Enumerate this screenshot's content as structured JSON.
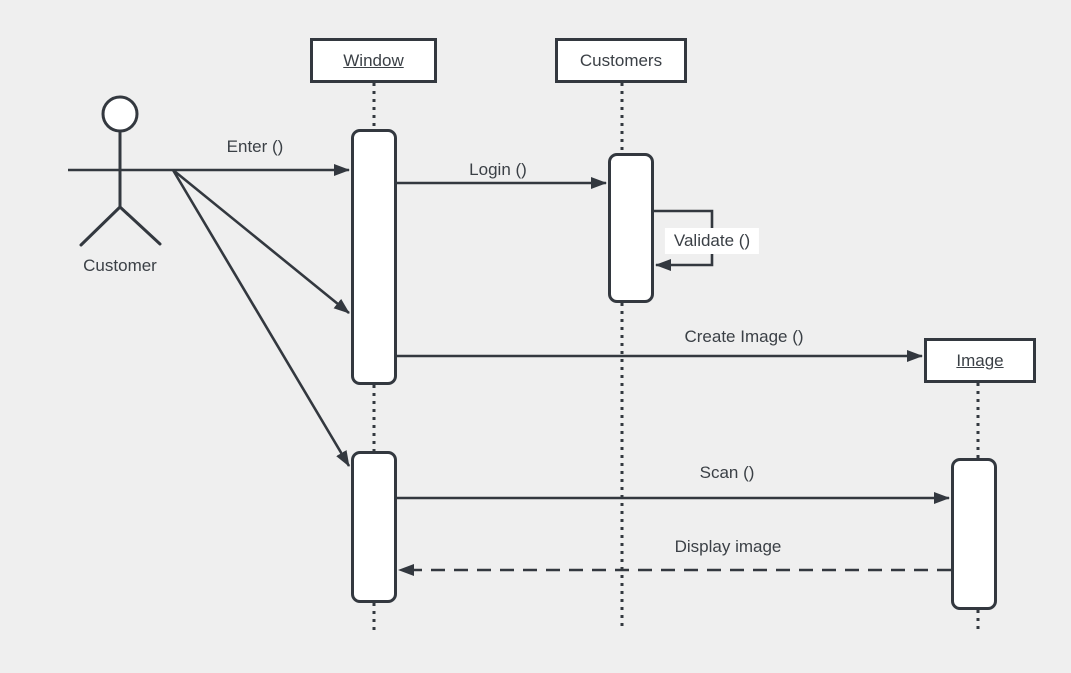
{
  "diagram": {
    "type": "uml-sequence-diagram",
    "colors": {
      "background": "#efefef",
      "stroke": "#33383f",
      "shape_fill": "#ffffff",
      "text": "#3b4046"
    },
    "actor": {
      "label": "Customer"
    },
    "lifelines": [
      {
        "label": "Window",
        "underlined": true
      },
      {
        "label": "Customers",
        "underlined": false
      },
      {
        "label": "Image",
        "underlined": true
      }
    ],
    "messages": [
      {
        "label": "Enter ()",
        "from": "Customer",
        "to": "Window",
        "style": "solid-arrow"
      },
      {
        "label": "Login ()",
        "from": "Window",
        "to": "Customers",
        "style": "solid-arrow"
      },
      {
        "label": "Validate ()",
        "from": "Customers",
        "to": "Customers",
        "style": "self-message"
      },
      {
        "label": "Create Image ()",
        "from": "Window",
        "to": "Image",
        "style": "solid-arrow"
      },
      {
        "label": "Scan ()",
        "from": "Window",
        "to": "Image",
        "style": "solid-arrow"
      },
      {
        "label": "Display image",
        "from": "Image",
        "to": "Window",
        "style": "dashed-return-arrow"
      }
    ]
  }
}
